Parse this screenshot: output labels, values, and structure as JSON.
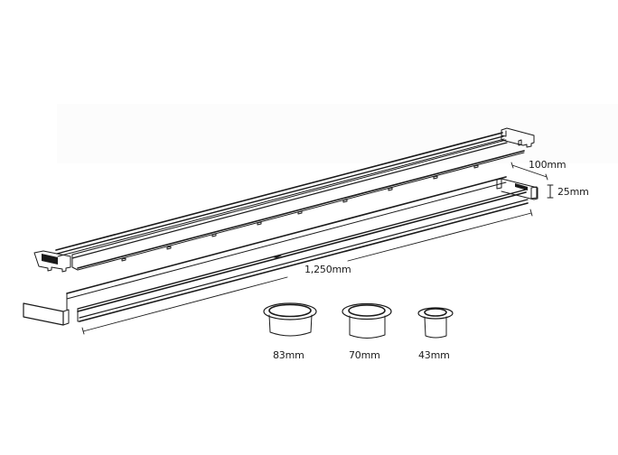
{
  "diagram": {
    "subject": "linear drain channel kit",
    "components": [
      {
        "id": "grate-rail",
        "description": "slotted cover / grate rail with end caps"
      },
      {
        "id": "channel-body",
        "description": "drain channel body with end plates"
      },
      {
        "id": "outlet-83",
        "description": "round outlet spigot"
      },
      {
        "id": "outlet-70",
        "description": "round outlet spigot"
      },
      {
        "id": "outlet-43",
        "description": "round outlet spigot"
      }
    ],
    "dimensions": {
      "width": "100mm",
      "height": "25mm",
      "length": "1,250mm"
    },
    "outlets": [
      {
        "label": "83mm"
      },
      {
        "label": "70mm"
      },
      {
        "label": "43mm"
      }
    ]
  },
  "colors": {
    "line": "#1a1a1a",
    "background": "#ffffff",
    "panel": "#fcfcfc"
  }
}
